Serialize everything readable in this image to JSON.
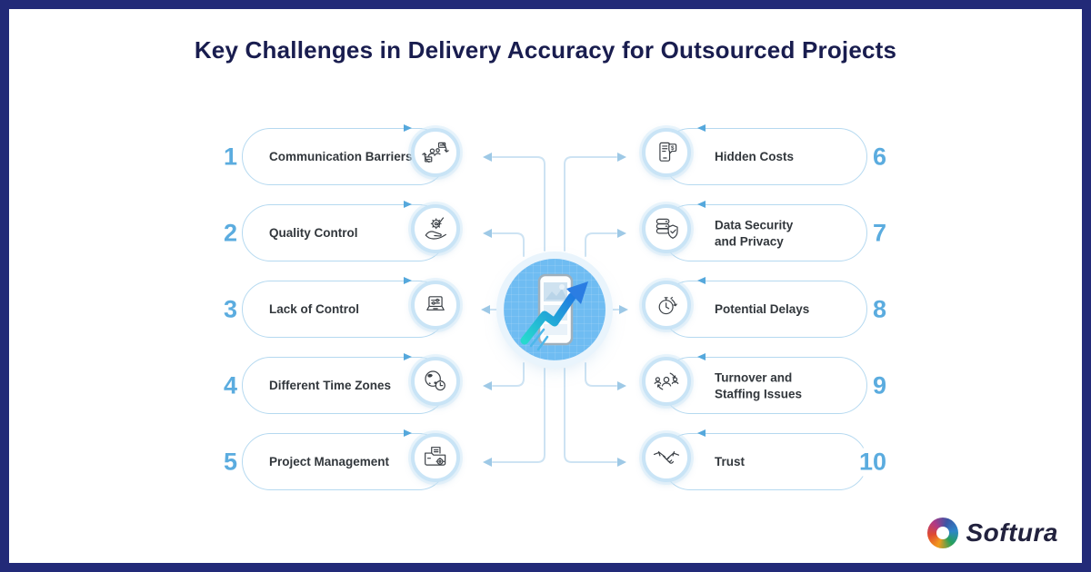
{
  "title": "Key Challenges in Delivery Accuracy for Outsourced Projects",
  "center": {
    "icon": "phone-growth-arrow-icon"
  },
  "items_left": [
    {
      "number": "1",
      "label": "Communication Barriers",
      "icon": "communication-barriers-icon"
    },
    {
      "number": "2",
      "label": "Quality Control",
      "icon": "hand-gear-quality-icon"
    },
    {
      "number": "3",
      "label": "Lack of Control",
      "icon": "laptop-settings-icon"
    },
    {
      "number": "4",
      "label": "Different Time Zones",
      "icon": "globe-clock-icon"
    },
    {
      "number": "5",
      "label": "Project Management",
      "icon": "folder-document-gear-icon"
    }
  ],
  "items_right": [
    {
      "number": "6",
      "label": "Hidden Costs",
      "icon": "invoice-dollar-icon"
    },
    {
      "number": "7",
      "label": "Data Security\nand Privacy",
      "icon": "database-shield-icon"
    },
    {
      "number": "8",
      "label": "Potential Delays",
      "icon": "stopwatch-icon"
    },
    {
      "number": "9",
      "label": "Turnover and\nStaffing Issues",
      "icon": "staff-rotation-icon"
    },
    {
      "number": "10",
      "label": "Trust",
      "icon": "handshake-icon"
    }
  ],
  "brand": {
    "name": "Softura",
    "logo_icon": "softura-swirl-icon"
  },
  "colors": {
    "frame_border": "#222a78",
    "title_text": "#191d4f",
    "number_accent": "#5bacdf",
    "pill_outline": "#b5d9f0",
    "circle_ring": "#c9e4f6",
    "connector_line": "#cde3f3",
    "hub_fill": "#6fbcf2",
    "label_text": "#32373c"
  }
}
